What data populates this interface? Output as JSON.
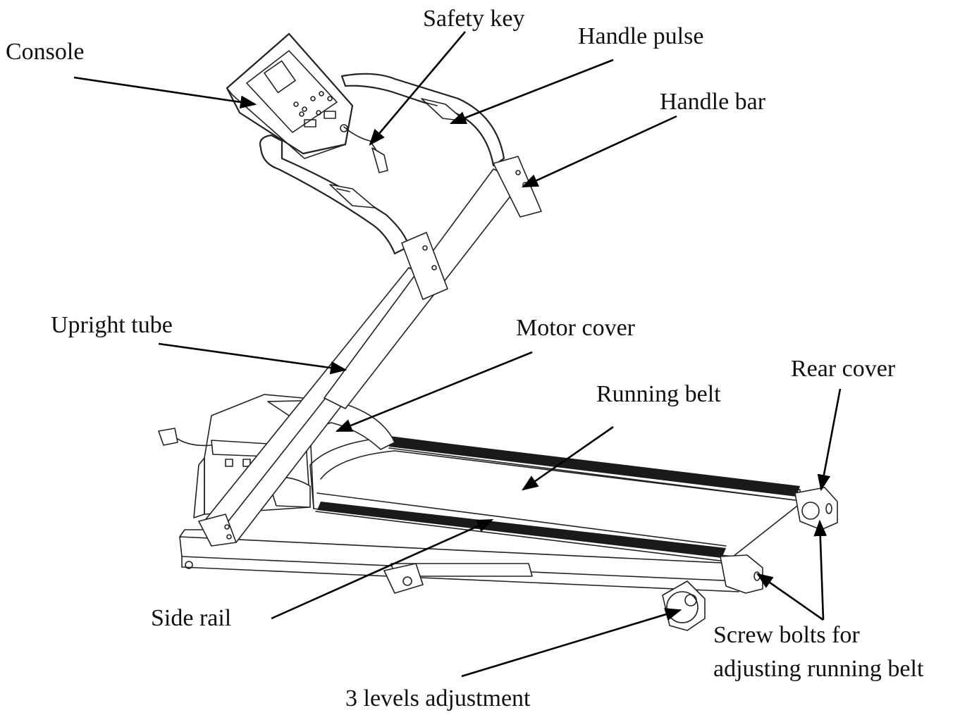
{
  "diagram": {
    "labels": {
      "console": "Console",
      "safety_key": "Safety key",
      "handle_pulse": "Handle pulse",
      "handle_bar": "Handle bar",
      "upright_tube": "Upright tube",
      "motor_cover": "Motor cover",
      "rear_cover": "Rear cover",
      "running_belt": "Running belt",
      "side_rail": "Side rail",
      "screw_bolts_line1": "Screw bolts for",
      "screw_bolts_line2": "adjusting running belt",
      "three_levels": "3 levels adjustment"
    },
    "colors": {
      "line": "#222222",
      "text": "#111111",
      "belt": "#1a1a1a",
      "background": "#ffffff"
    }
  }
}
